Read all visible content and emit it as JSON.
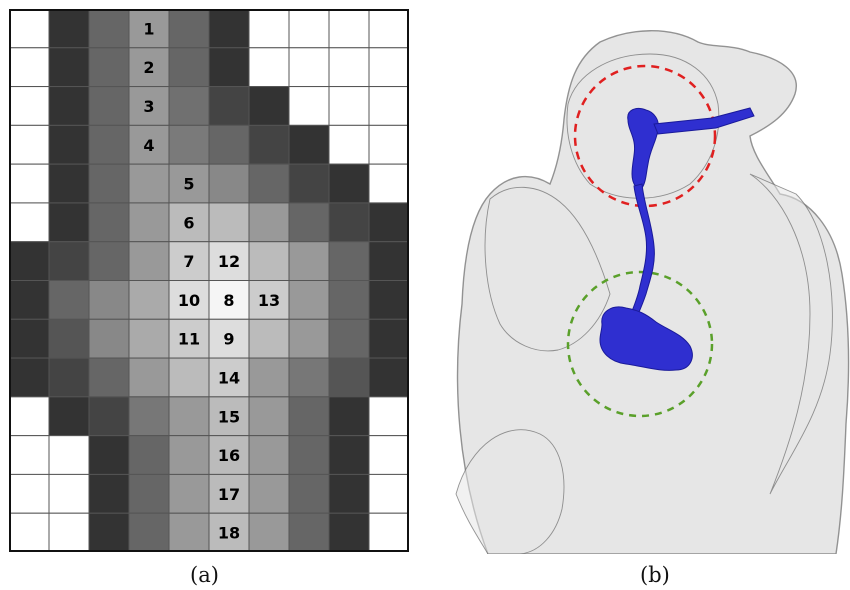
{
  "captions": {
    "a": "(a)",
    "b": "(b)"
  },
  "grid": {
    "rows": 14,
    "cols": 10,
    "shades": [
      [
        "#ffffff",
        "#333333",
        "#666666",
        "#999999",
        "#666666",
        "#333333",
        "#ffffff",
        "#ffffff",
        "#ffffff",
        "#ffffff"
      ],
      [
        "#ffffff",
        "#333333",
        "#666666",
        "#999999",
        "#666666",
        "#333333",
        "#ffffff",
        "#ffffff",
        "#ffffff",
        "#ffffff"
      ],
      [
        "#ffffff",
        "#333333",
        "#666666",
        "#999999",
        "#707070",
        "#444444",
        "#333333",
        "#ffffff",
        "#ffffff",
        "#ffffff"
      ],
      [
        "#ffffff",
        "#333333",
        "#666666",
        "#999999",
        "#7a7a7a",
        "#666666",
        "#444444",
        "#333333",
        "#ffffff",
        "#ffffff"
      ],
      [
        "#ffffff",
        "#333333",
        "#666666",
        "#999999",
        "#999999",
        "#888888",
        "#666666",
        "#444444",
        "#333333",
        "#ffffff"
      ],
      [
        "#ffffff",
        "#333333",
        "#666666",
        "#999999",
        "#bbbbbb",
        "#bbbbbb",
        "#999999",
        "#666666",
        "#444444",
        "#333333"
      ],
      [
        "#333333",
        "#444444",
        "#666666",
        "#999999",
        "#cccccc",
        "#dddddd",
        "#bbbbbb",
        "#999999",
        "#666666",
        "#333333"
      ],
      [
        "#333333",
        "#666666",
        "#888888",
        "#aaaaaa",
        "#dddddd",
        "#f5f5f5",
        "#cccccc",
        "#999999",
        "#666666",
        "#333333"
      ],
      [
        "#333333",
        "#555555",
        "#888888",
        "#aaaaaa",
        "#cccccc",
        "#dddddd",
        "#bbbbbb",
        "#999999",
        "#666666",
        "#333333"
      ],
      [
        "#333333",
        "#444444",
        "#666666",
        "#999999",
        "#bbbbbb",
        "#cccccc",
        "#999999",
        "#777777",
        "#555555",
        "#333333"
      ],
      [
        "#ffffff",
        "#333333",
        "#444444",
        "#777777",
        "#999999",
        "#bbbbbb",
        "#999999",
        "#666666",
        "#333333",
        "#ffffff"
      ],
      [
        "#ffffff",
        "#ffffff",
        "#333333",
        "#666666",
        "#999999",
        "#bbbbbb",
        "#999999",
        "#666666",
        "#333333",
        "#ffffff"
      ],
      [
        "#ffffff",
        "#ffffff",
        "#333333",
        "#666666",
        "#999999",
        "#bbbbbb",
        "#999999",
        "#666666",
        "#333333",
        "#ffffff"
      ],
      [
        "#ffffff",
        "#ffffff",
        "#333333",
        "#666666",
        "#999999",
        "#bbbbbb",
        "#999999",
        "#666666",
        "#333333",
        "#ffffff"
      ]
    ],
    "labels": [
      {
        "row": 0,
        "col": 3,
        "text": "1"
      },
      {
        "row": 1,
        "col": 3,
        "text": "2"
      },
      {
        "row": 2,
        "col": 3,
        "text": "3"
      },
      {
        "row": 3,
        "col": 3,
        "text": "4"
      },
      {
        "row": 4,
        "col": 4,
        "text": "5"
      },
      {
        "row": 5,
        "col": 4,
        "text": "6"
      },
      {
        "row": 6,
        "col": 4,
        "text": "7"
      },
      {
        "row": 6,
        "col": 5,
        "text": "12"
      },
      {
        "row": 7,
        "col": 4,
        "text": "10"
      },
      {
        "row": 7,
        "col": 5,
        "text": "8"
      },
      {
        "row": 7,
        "col": 6,
        "text": "13"
      },
      {
        "row": 8,
        "col": 4,
        "text": "11"
      },
      {
        "row": 8,
        "col": 5,
        "text": "9"
      },
      {
        "row": 9,
        "col": 5,
        "text": "14"
      },
      {
        "row": 10,
        "col": 5,
        "text": "15"
      },
      {
        "row": 11,
        "col": 5,
        "text": "16"
      },
      {
        "row": 12,
        "col": 5,
        "text": "17"
      },
      {
        "row": 13,
        "col": 5,
        "text": "18"
      }
    ]
  },
  "render": {
    "surface_color": "#e6e6e6",
    "surface_stroke": "#6a6a6a",
    "path_color": "#2f2fd0",
    "upper_circle_color": "#e02020",
    "lower_circle_color": "#5aa02a"
  }
}
